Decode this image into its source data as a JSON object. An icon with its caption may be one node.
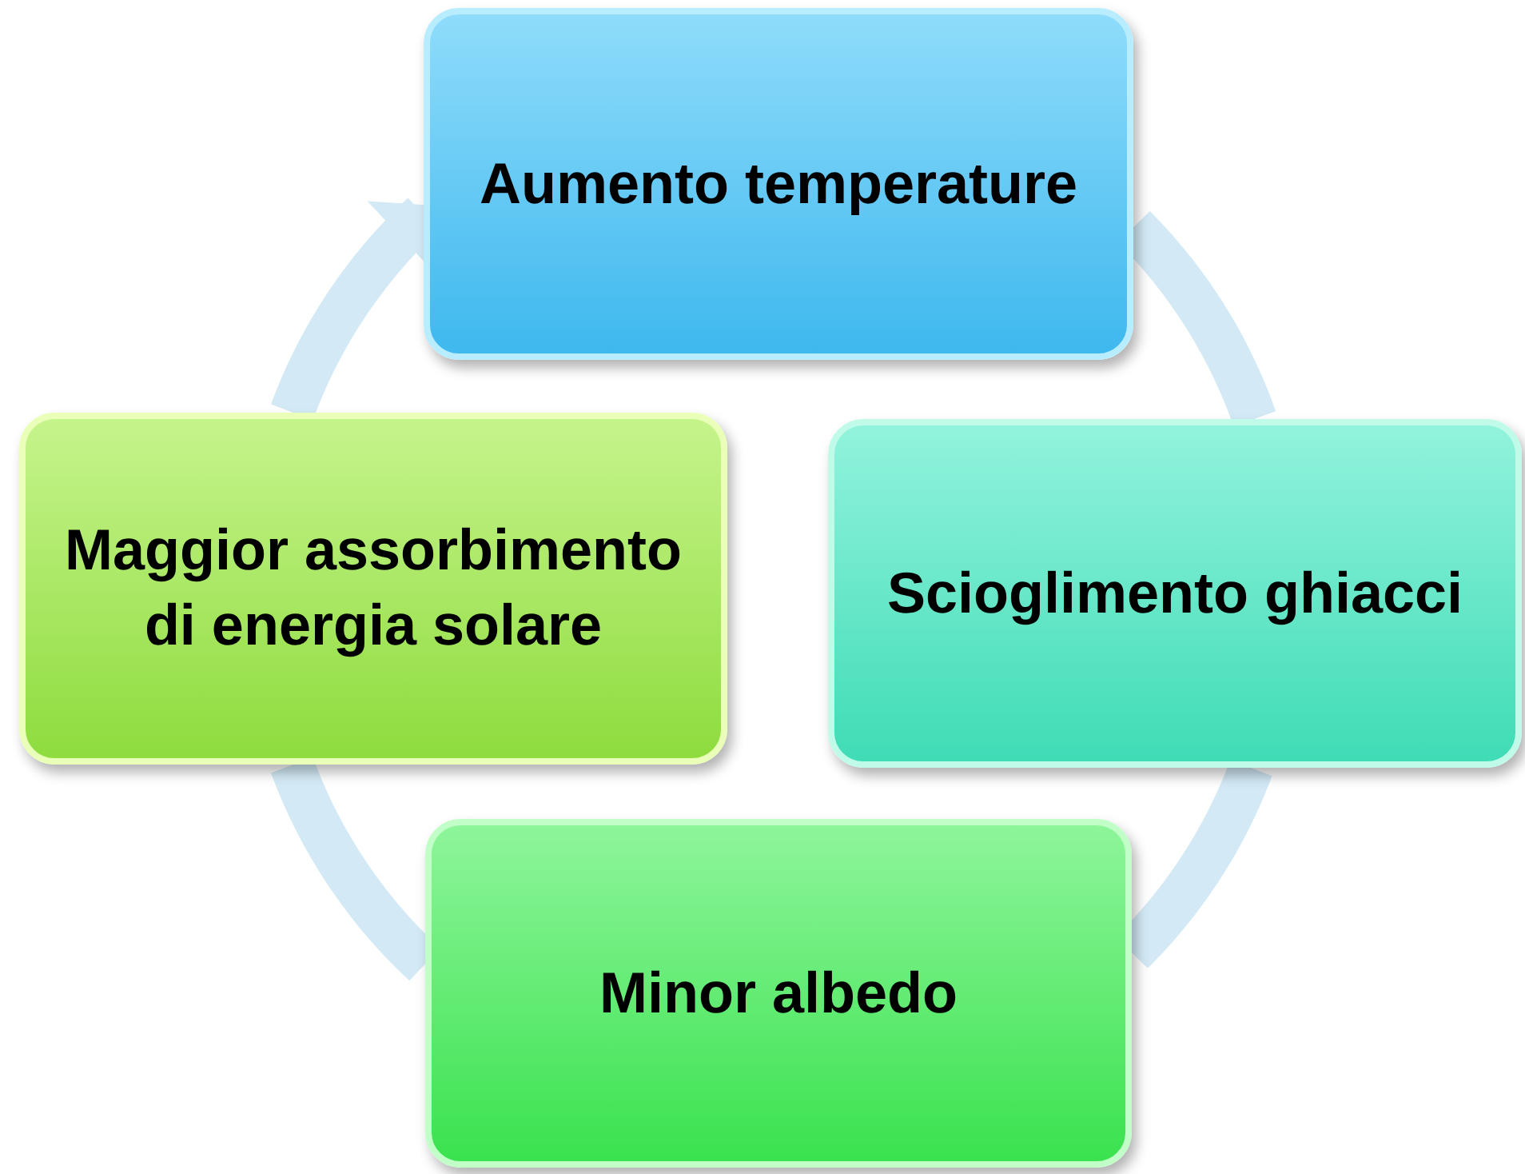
{
  "diagram": {
    "nodes": [
      {
        "text": [
          "Aumento temperature"
        ]
      },
      {
        "text": [
          "Scioglimento ghiacci"
        ]
      },
      {
        "text": [
          "Minor albedo"
        ]
      },
      {
        "text": [
          "Maggior assorbimento di energia solare"
        ]
      }
    ],
    "edges": [
      {
        "from": 0,
        "to": 1,
        "arrow": "none"
      },
      {
        "from": 1,
        "to": 2,
        "arrow": "none"
      },
      {
        "from": 2,
        "to": 3,
        "arrow": "none"
      },
      {
        "from": 3,
        "to": 0,
        "arrow": "to"
      }
    ]
  }
}
